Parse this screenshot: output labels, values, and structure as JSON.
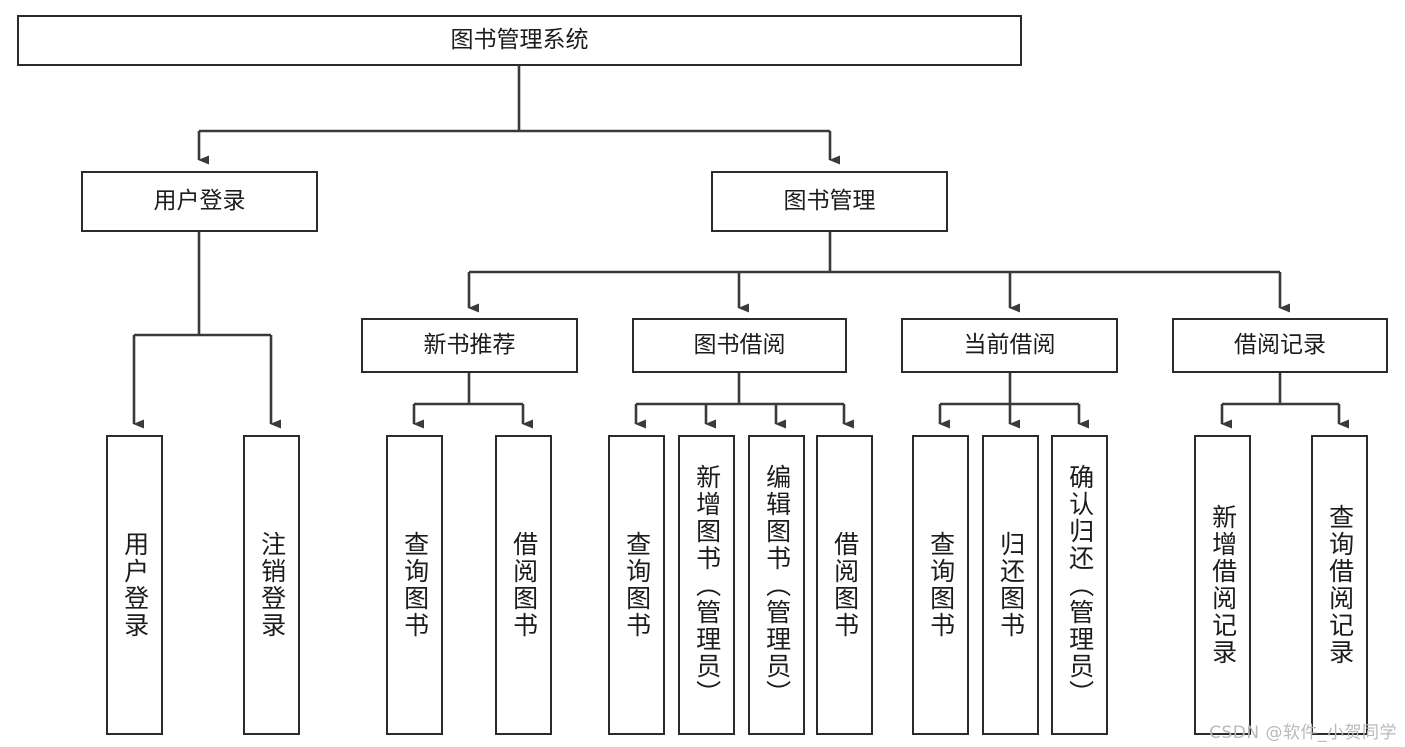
{
  "diagram": {
    "type": "tree-hierarchy",
    "title": "图书管理系统",
    "watermark": "CSDN @软件_小贺同学",
    "colors": {
      "box_border": "#2b2b2b",
      "box_fill": "#ffffff",
      "connector": "#3a3a3a",
      "text": "#1c1c1c",
      "watermark": "#b9b9b9",
      "background": "#ffffff"
    },
    "levels": {
      "root": {
        "label": "图书管理系统"
      },
      "level2": [
        {
          "label": "用户登录"
        },
        {
          "label": "图书管理"
        }
      ],
      "level3": [
        {
          "label": "新书推荐"
        },
        {
          "label": "图书借阅"
        },
        {
          "label": "当前借阅"
        },
        {
          "label": "借阅记录"
        }
      ],
      "leaves": {
        "user_login": [
          {
            "label": "用户登录"
          },
          {
            "label": "注销登录"
          }
        ],
        "new_book_recommend": [
          {
            "label": "查询图书"
          },
          {
            "label": "借阅图书"
          }
        ],
        "book_borrow": [
          {
            "label": "查询图书"
          },
          {
            "label": "新增图书（管理员）"
          },
          {
            "label": "编辑图书（管理员）"
          },
          {
            "label": "借阅图书"
          }
        ],
        "current_borrow": [
          {
            "label": "查询图书"
          },
          {
            "label": "归还图书"
          },
          {
            "label": "确认归还（管理员）"
          }
        ],
        "borrow_records": [
          {
            "label": "新增借阅记录"
          },
          {
            "label": "查询借阅记录"
          }
        ]
      }
    }
  }
}
